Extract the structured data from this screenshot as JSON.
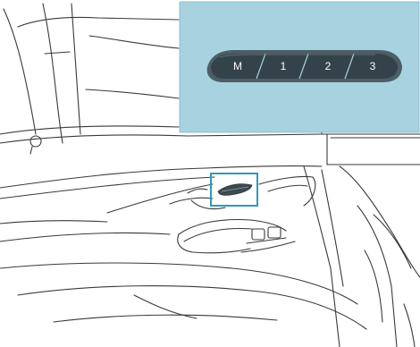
{
  "memory_panel": {
    "buttons": [
      {
        "label": "M"
      },
      {
        "label": "1"
      },
      {
        "label": "2"
      },
      {
        "label": "3"
      }
    ]
  },
  "colors": {
    "inset_background": "#a7d3e0",
    "highlight_frame": "#2c9bb8",
    "button_panel": "#3a4a52",
    "line_art": "#3a3a3a"
  }
}
